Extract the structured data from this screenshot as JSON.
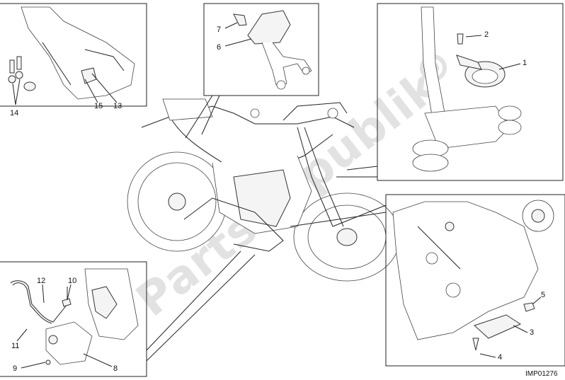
{
  "drawing_code": "IMP01276",
  "watermark": "PartsRepublik",
  "callouts": {
    "c1": "1",
    "c2": "2",
    "c3": "3",
    "c4": "4",
    "c5": "5",
    "c6": "6",
    "c7": "7",
    "c8": "8",
    "c9": "9",
    "c10": "10",
    "c11": "11",
    "c12": "12",
    "c13": "13",
    "c14": "14",
    "c15": "15"
  },
  "colors": {
    "line": "#222222",
    "watermark": "#e2e2e2",
    "background": "#ffffff"
  }
}
